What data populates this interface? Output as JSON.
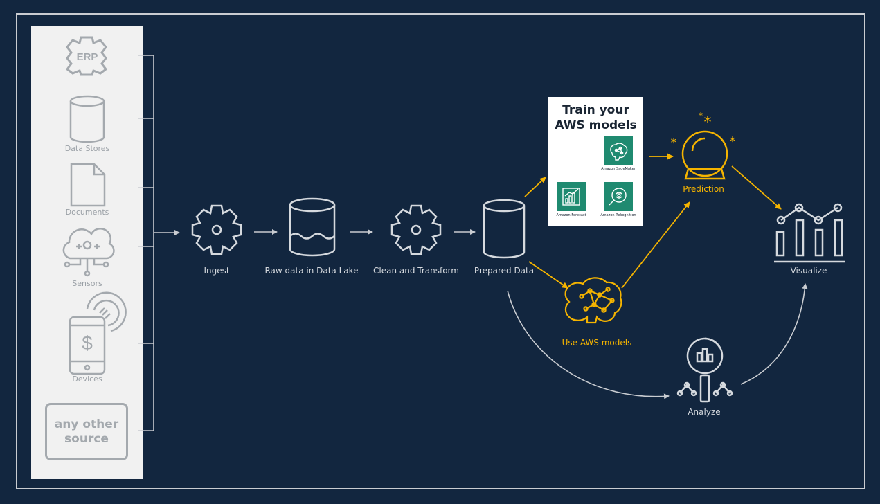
{
  "sources": {
    "erp": "ERP",
    "data_stores": "Data Stores",
    "documents": "Documents",
    "sensors": "Sensors",
    "devices": "Devices",
    "devices_symbol": "$",
    "any_other_line1": "any other",
    "any_other_line2": "source"
  },
  "pipeline": {
    "ingest": "Ingest",
    "raw_data": "Raw data in Data Lake",
    "clean_transform": "Clean and Transform",
    "prepared_data": "Prepared Data",
    "analyze": "Analyze",
    "visualize": "Visualize"
  },
  "ml": {
    "train_line1": "Train your",
    "train_line2": "AWS models",
    "sagemaker": "Amazon SageMaker",
    "forecast": "Amazon Forecast",
    "rekognition": "Amazon Rekognition",
    "use_models": "Use AWS models",
    "prediction": "Prediction"
  },
  "colors": {
    "background": "#12263f",
    "accent": "#f5b400",
    "line": "#c9ccd1",
    "source_gray": "#a4a9ae",
    "service_green": "#1f8a70"
  }
}
